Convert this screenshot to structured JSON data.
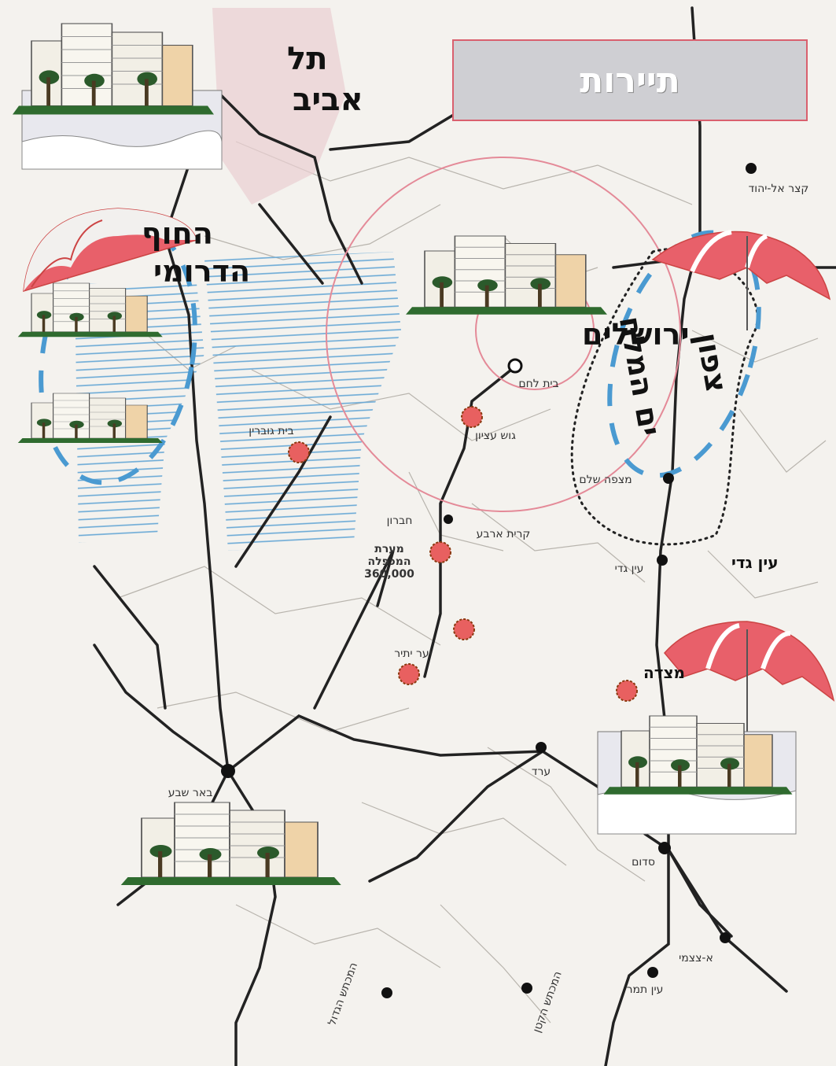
{
  "title": "תיירות",
  "regions": {
    "tel_aviv": "תל אביב",
    "southern_coast": "החוף הדרומי",
    "jerusalem": "ירושלים",
    "north_dead_sea": "צפון ים המלח",
    "masada": "מצדה",
    "ein_gedi": "עין גדי"
  },
  "places": {
    "kasr_al_yahud": "קצר אל-יהוד",
    "kiryat_laham": "בית לחם",
    "gush_etzion": "גוש עציון",
    "beit_guvrin": "בית גוברין",
    "hebron": "חברון",
    "kiryat_arba": "קרית ארבע",
    "mitzpe_shalem": "מצפה שלם",
    "ein_gedi_small": "עין גדי",
    "yaar_yatir": "יער יתיר",
    "arad": "ערד",
    "beer_sheva": "באר שבע",
    "sodom": "סדום",
    "hatzeva": "א-צצמי",
    "ein_tamar": "עין תמר",
    "makhtesh_gadol": "המכתש הגדול",
    "makhtesh_katan": "המכתש הקטן"
  },
  "annotation": {
    "line1": "מערת",
    "line2": "המכפלה",
    "value": "360,000"
  },
  "colors": {
    "umbrella": "#e8606a",
    "building": "#f2efe6",
    "grass": "#2f6b2f",
    "circle": "#e48a98",
    "hatch": "#6aa9d6",
    "road": "#222222",
    "dot": "#e86060"
  }
}
